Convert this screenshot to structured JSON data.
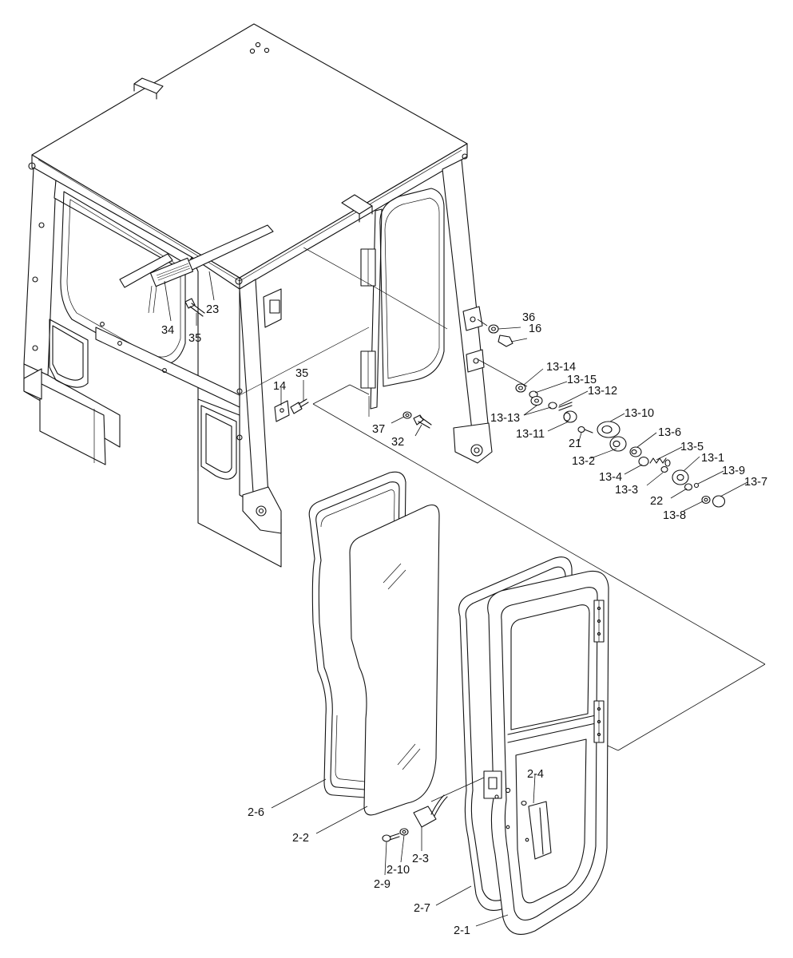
{
  "callouts": [
    {
      "id": "c-23",
      "text": "23"
    },
    {
      "id": "c-34",
      "text": "34"
    },
    {
      "id": "c-35a",
      "text": "35"
    },
    {
      "id": "c-36",
      "text": "36"
    },
    {
      "id": "c-16",
      "text": "16"
    },
    {
      "id": "c-14",
      "text": "14"
    },
    {
      "id": "c-35b",
      "text": "35"
    },
    {
      "id": "c-37",
      "text": "37"
    },
    {
      "id": "c-32",
      "text": "32"
    },
    {
      "id": "c-13-14",
      "text": "13-14"
    },
    {
      "id": "c-13-15",
      "text": "13-15"
    },
    {
      "id": "c-13-12",
      "text": "13-12"
    },
    {
      "id": "c-13-13",
      "text": "13-13"
    },
    {
      "id": "c-13-10",
      "text": "13-10"
    },
    {
      "id": "c-13-11",
      "text": "13-11"
    },
    {
      "id": "c-21",
      "text": "21"
    },
    {
      "id": "c-13-6",
      "text": "13-6"
    },
    {
      "id": "c-13-2",
      "text": "13-2"
    },
    {
      "id": "c-13-5",
      "text": "13-5"
    },
    {
      "id": "c-13-1",
      "text": "13-1"
    },
    {
      "id": "c-13-4",
      "text": "13-4"
    },
    {
      "id": "c-13-3",
      "text": "13-3"
    },
    {
      "id": "c-13-9",
      "text": "13-9"
    },
    {
      "id": "c-13-7",
      "text": "13-7"
    },
    {
      "id": "c-22",
      "text": "22"
    },
    {
      "id": "c-13-8",
      "text": "13-8"
    },
    {
      "id": "c-2-4",
      "text": "2-4"
    },
    {
      "id": "c-2-6",
      "text": "2-6"
    },
    {
      "id": "c-2-2",
      "text": "2-2"
    },
    {
      "id": "c-2-3",
      "text": "2-3"
    },
    {
      "id": "c-2-10",
      "text": "2-10"
    },
    {
      "id": "c-2-9",
      "text": "2-9"
    },
    {
      "id": "c-2-7",
      "text": "2-7"
    },
    {
      "id": "c-2-1",
      "text": "2-1"
    }
  ]
}
